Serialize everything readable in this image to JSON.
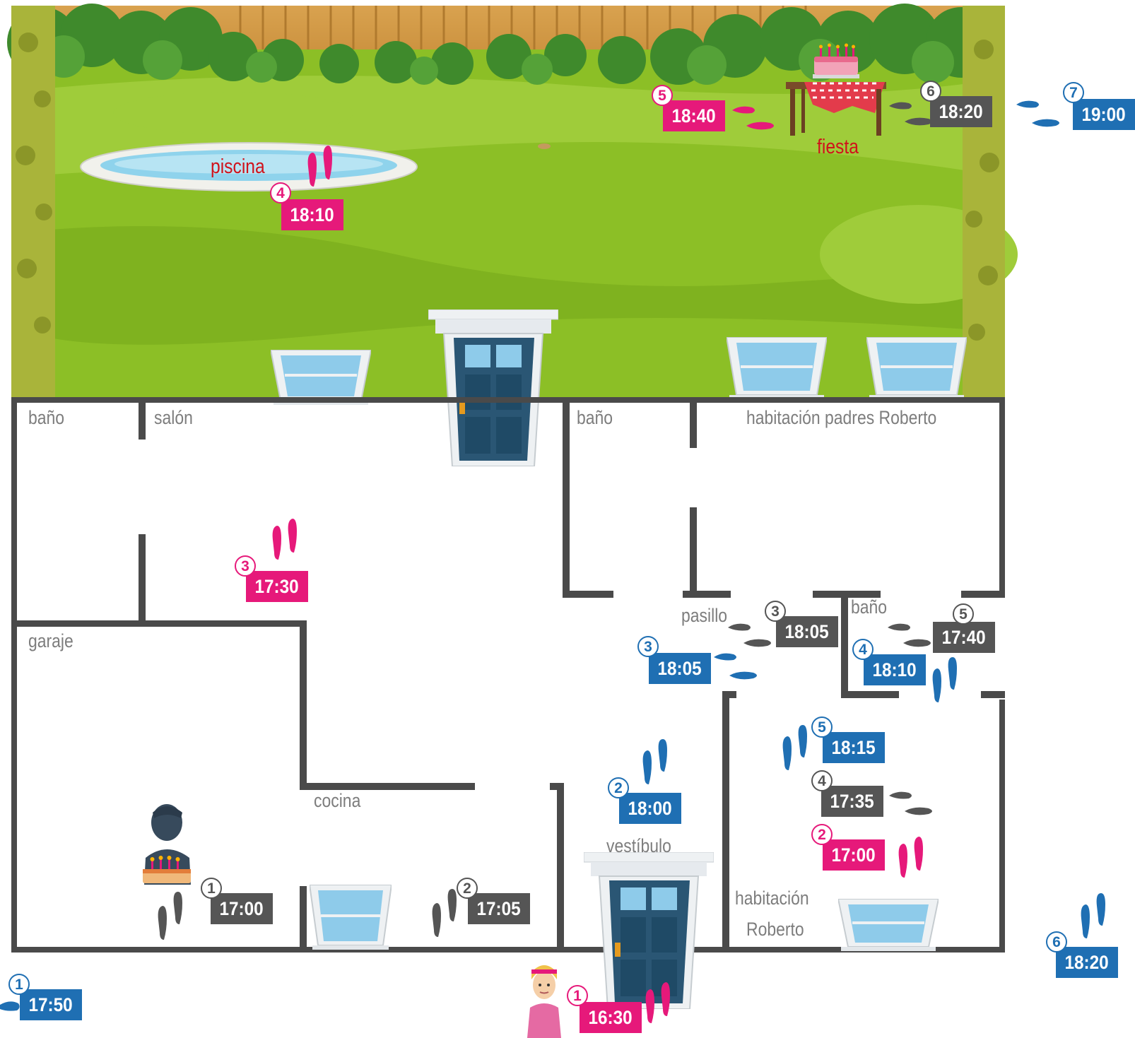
{
  "places": {
    "pool": "piscina",
    "party": "fiesta"
  },
  "rooms": {
    "bath1": "baño",
    "living": "salón",
    "bath2": "baño",
    "parents": "habitación padres Roberto",
    "hall": "pasillo",
    "bath3": "baño",
    "garage": "garaje",
    "kitchen": "cocina",
    "lobby": "vestíbulo",
    "roberto1": "habitación",
    "roberto2": "Roberto"
  },
  "colors": {
    "pink": "#e6197a",
    "gray": "#555555",
    "blue": "#1f6fb3",
    "wall": "#4a4a4a",
    "grass": "#8cbf26",
    "room_label": "#7d7d7d",
    "place_label": "#d0121b"
  },
  "tracks": {
    "pink": [
      {
        "step": "1",
        "time": "16:30"
      },
      {
        "step": "2",
        "time": "17:00"
      },
      {
        "step": "3",
        "time": "17:30"
      },
      {
        "step": "4",
        "time": "18:10"
      },
      {
        "step": "5",
        "time": "18:40"
      }
    ],
    "gray": [
      {
        "step": "1",
        "time": "17:00"
      },
      {
        "step": "2",
        "time": "17:05"
      },
      {
        "step": "3",
        "time": "18:05"
      },
      {
        "step": "4",
        "time": "17:35"
      },
      {
        "step": "5",
        "time": "17:40"
      },
      {
        "step": "6",
        "time": "18:20"
      }
    ],
    "blue": [
      {
        "step": "1",
        "time": "17:50"
      },
      {
        "step": "2",
        "time": "18:00"
      },
      {
        "step": "3",
        "time": "18:05"
      },
      {
        "step": "4",
        "time": "18:10"
      },
      {
        "step": "5",
        "time": "18:15"
      },
      {
        "step": "6",
        "time": "18:20"
      },
      {
        "step": "7",
        "time": "19:00"
      }
    ]
  },
  "icons": {
    "footprints": "footprints-icon",
    "door": "door-icon",
    "window": "window-icon",
    "cake": "birthday-cake-icon",
    "girl": "girl-figure-icon",
    "man": "man-silhouette-icon"
  }
}
